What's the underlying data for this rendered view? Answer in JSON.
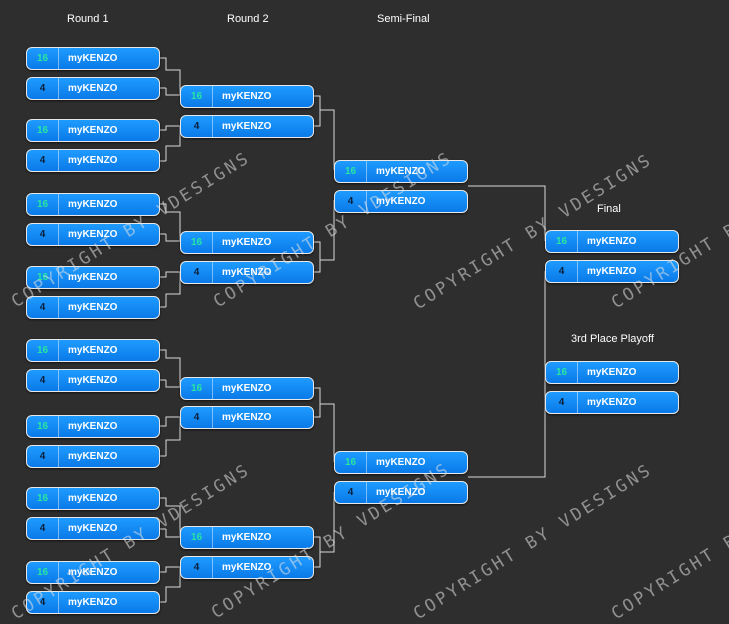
{
  "rounds": [
    "Round 1",
    "Round 2",
    "Semi-Final",
    "Final",
    "3rd Place Playoff"
  ],
  "team_name": "myKENZO",
  "seed_high": "16",
  "seed_low": "4",
  "watermark": "COPYRIGHT BY VDESIGNS",
  "colors": {
    "slot": "#0a7ae8",
    "seed_high": "#27e6a1",
    "line": "#d8d8d8",
    "background": "#2e2e2e"
  }
}
